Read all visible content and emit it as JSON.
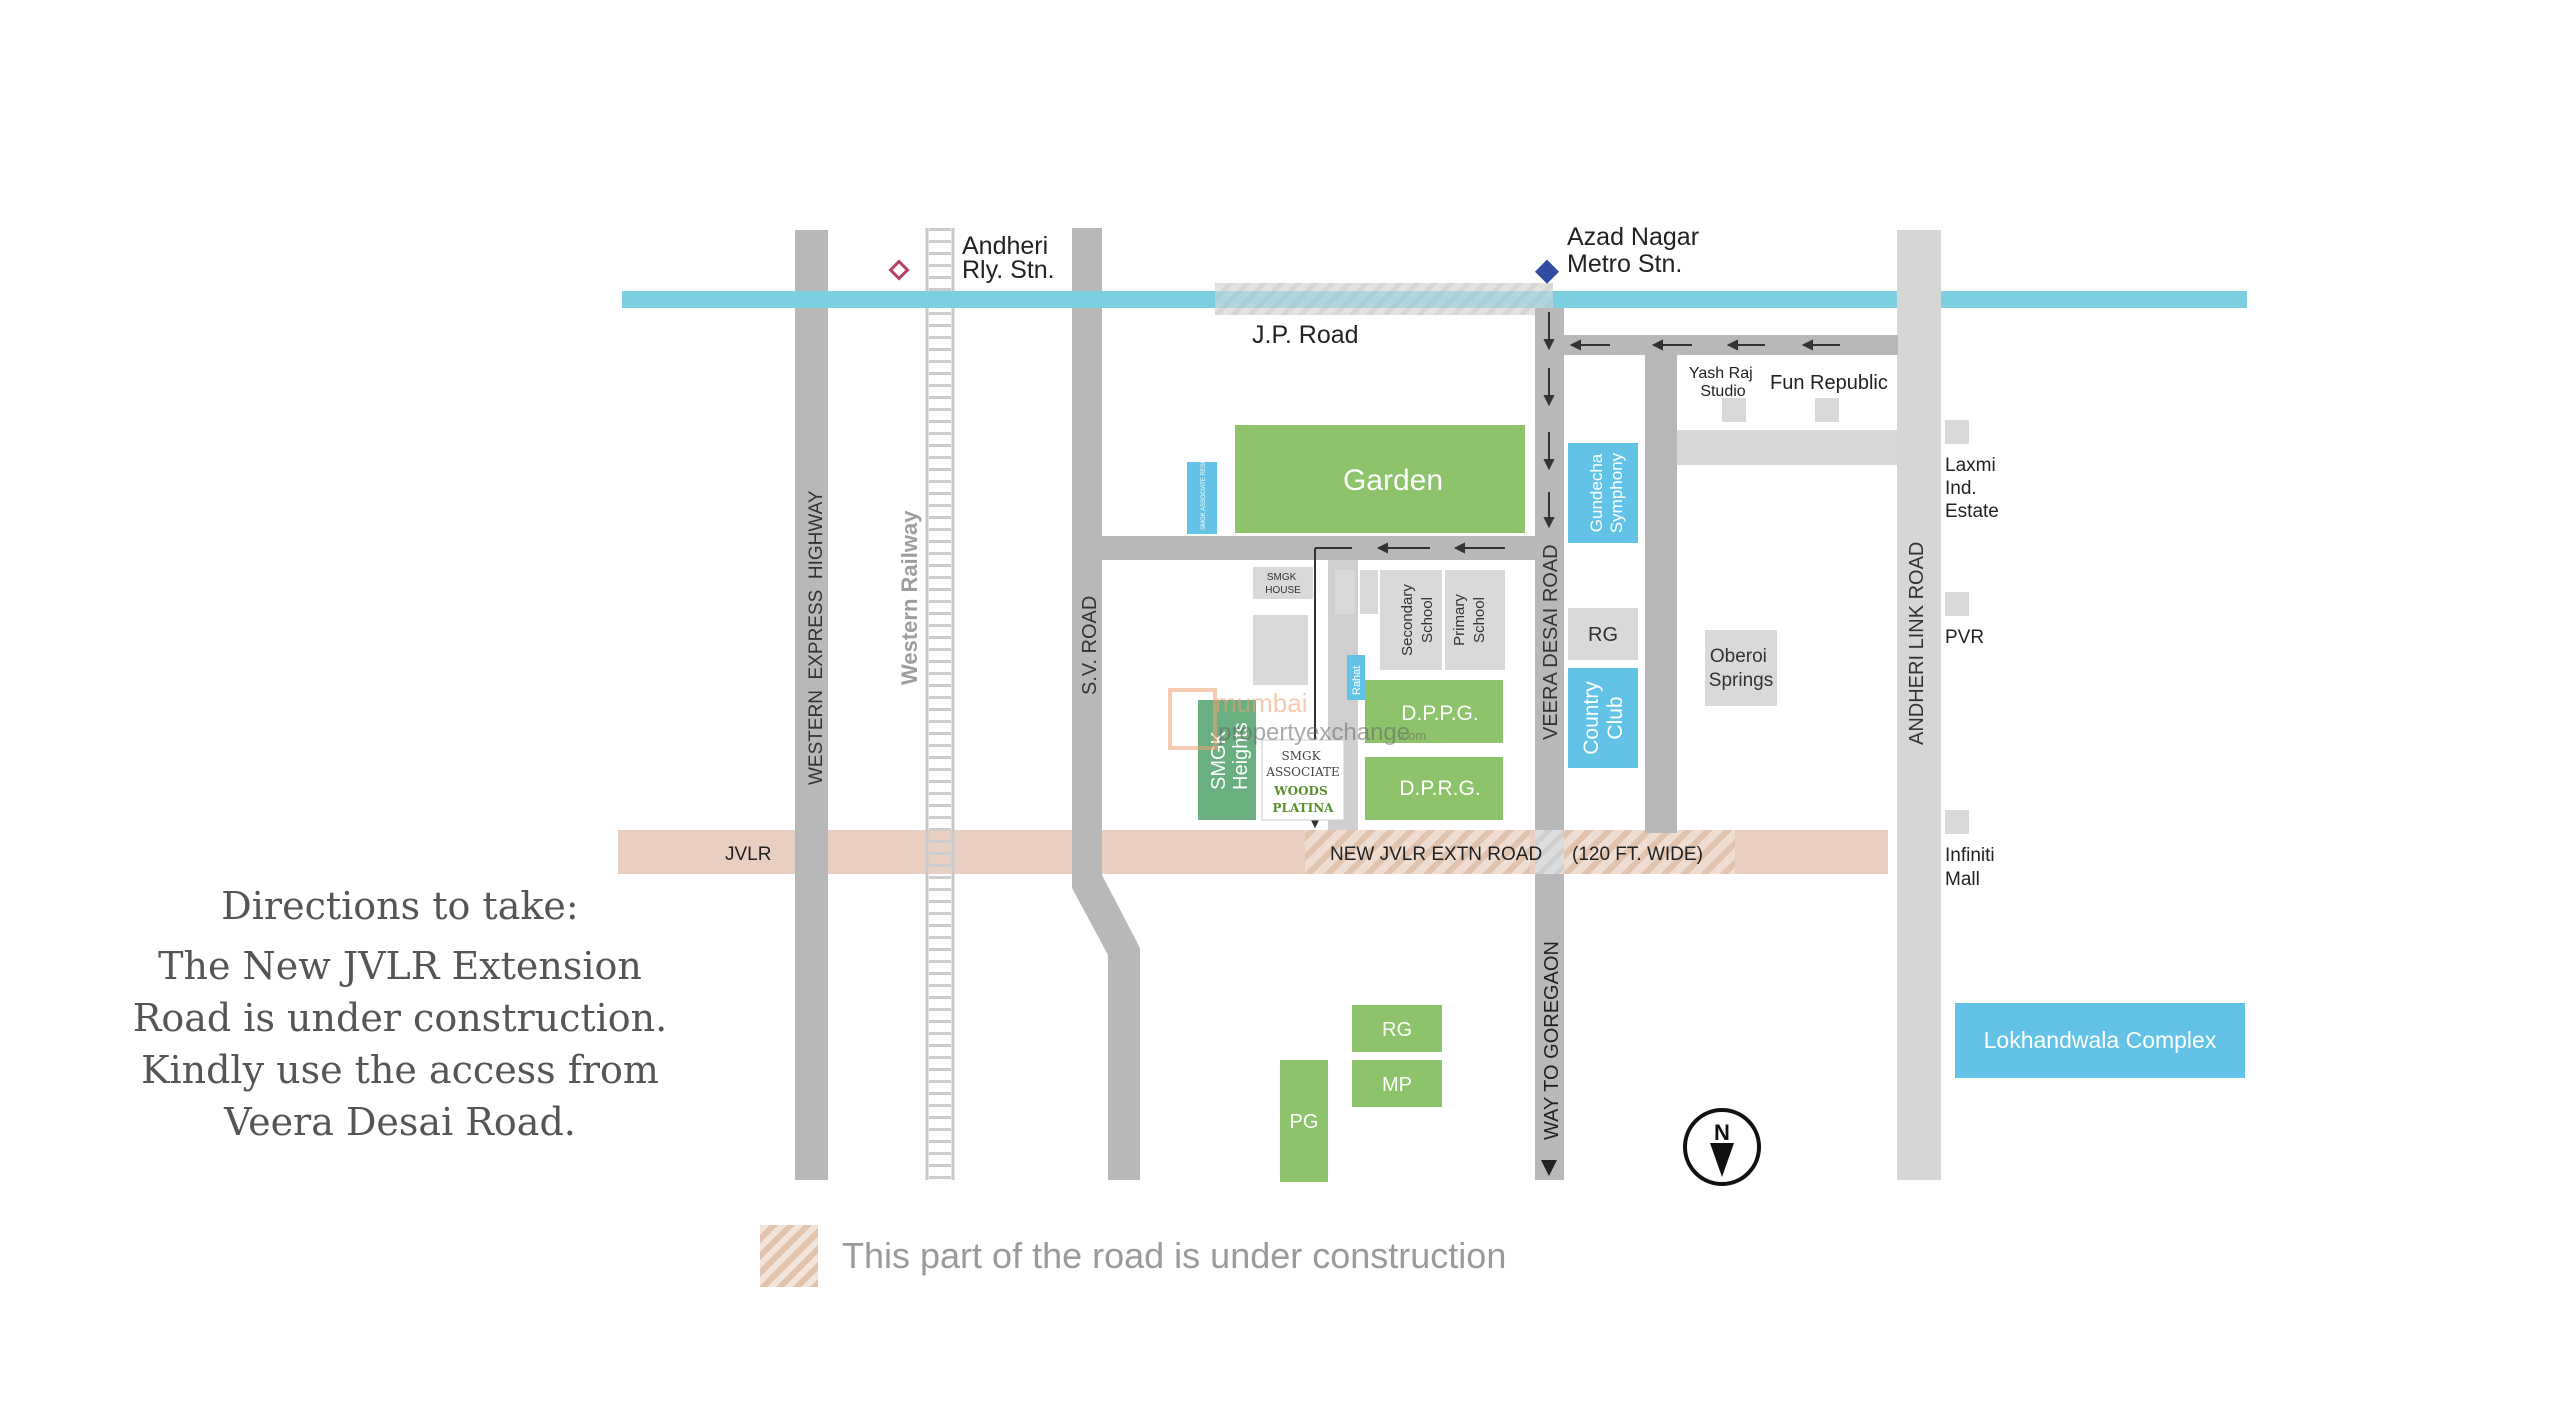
{
  "colors": {
    "road": "#b8b8b8",
    "metro_line": "#7ccfe0",
    "jvlr": "#e8cfc1",
    "green": "#8cc36b",
    "blue": "#63c3e6",
    "grey_box": "#d9d9d9",
    "metro_marker": "#2f4da0",
    "station_marker": "#b5426b"
  },
  "stations": {
    "andheri": {
      "line1": "Andheri",
      "line2": "Rly. Stn."
    },
    "azad": {
      "line1": "Azad Nagar",
      "line2": "Metro Stn."
    }
  },
  "roads": {
    "jp_road": "J.P. Road",
    "western_express_highway": "WESTERN  EXPRESS  HIGHWAY",
    "western_railway": "Western Railway",
    "sv_road": "S.V. ROAD",
    "veera_desai_road": "VEERA DESAI ROAD",
    "andheri_link_road": "ANDHERI LINK ROAD",
    "jvlr": "JVLR",
    "new_jvlr": "NEW JVLR EXTN ROAD",
    "width_note": "(120 FT. WIDE)",
    "way_to_goregaon": "WAY TO GOREGAON"
  },
  "places": {
    "garden": "Garden",
    "smgk_residency": "SMGK ASSOCIATE RESIDENCY",
    "smgk_house": {
      "line1": "SMGK",
      "line2": "HOUSE"
    },
    "secondary_school": {
      "line1": "Secondary",
      "line2": "School"
    },
    "primary_school": {
      "line1": "Primary",
      "line2": "School"
    },
    "dppg": "D.P.P.G.",
    "dprg": "D.P.R.G.",
    "smgk_heights": {
      "line1": "SMGK",
      "line2": "Heights"
    },
    "rahat": "Rahat",
    "smgk_associate": {
      "line1": "SMGK",
      "line2": "ASSOCIATE"
    },
    "woods_platina": {
      "line1": "WOODS",
      "line2": "PLATINA"
    },
    "gundecha_symphony": {
      "line1": "Gundecha",
      "line2": "Symphony"
    },
    "rg_east": "RG",
    "country_club": {
      "line1": "Country",
      "line2": "Club"
    },
    "oberoi_springs": {
      "line1": "Oberoi",
      "line2": "Springs"
    },
    "yash_raj": {
      "line1": "Yash Raj",
      "line2": "Studio"
    },
    "fun_republic": "Fun Republic",
    "laxmi": {
      "line1": "Laxmi",
      "line2": "Ind.",
      "line3": "Estate"
    },
    "pvr": "PVR",
    "infiniti": {
      "line1": "Infiniti",
      "line2": "Mall"
    },
    "lokhandwala": "Lokhandwala Complex",
    "rg_south": "RG",
    "mp": "MP",
    "pg": "PG"
  },
  "watermark": {
    "line1": "mumbai",
    "line2": "propertyexchange",
    "suffix": ".com"
  },
  "north_label": "N",
  "directions": {
    "title": "Directions to take:",
    "lines": [
      "The New JVLR Extension",
      "Road is under construction.",
      "Kindly use the access from",
      "Veera Desai Road."
    ]
  },
  "legend": {
    "text": "This part of the road is under construction"
  }
}
